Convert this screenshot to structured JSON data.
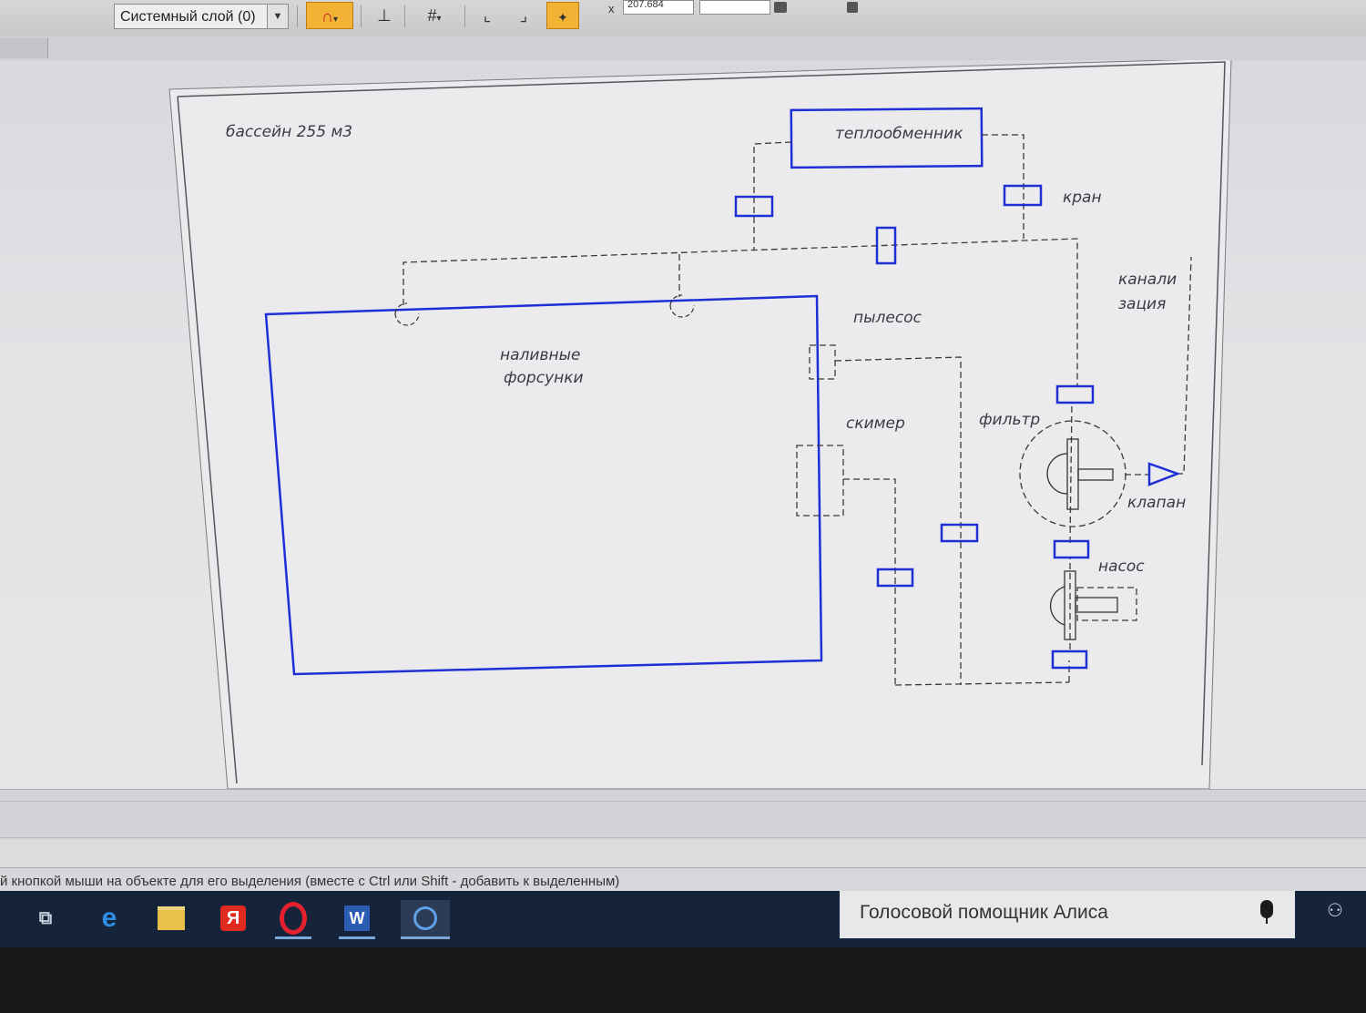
{
  "toolbar": {
    "layer_select_value": "Системный слой (0)",
    "coord_field_x_label": "x",
    "coord_field_x_value": "207.684",
    "coord_field_y_value": ""
  },
  "drawing": {
    "sheet_title": "бассейн 255 м3",
    "labels": {
      "heat_exchanger": "теплообменник",
      "valve_kran": "кран",
      "sewer_line1": "канали",
      "sewer_line2": "зация",
      "vacuum_cleaner": "пылесос",
      "inlet_nozzles_line1": "наливные",
      "inlet_nozzles_line2": "форсунки",
      "skimmer": "скимер",
      "filter": "фильтр",
      "valve_klapan": "клапан",
      "pump": "насос"
    },
    "colors": {
      "element_stroke": "#1f2fd6",
      "pipe_stroke": "#333333",
      "sheet_background": "#ececee"
    }
  },
  "statusbar": {
    "hint": "й кнопкой мыши на объекте для его выделения (вместе с Ctrl или Shift - добавить к выделенным)"
  },
  "taskbar": {
    "apps": [
      "task-view-icon",
      "edge-icon",
      "file-explorer-icon",
      "yandex-browser-icon",
      "opera-icon",
      "word-icon",
      "kompas-icon"
    ],
    "yandex_letter": "Я",
    "word_letter": "W",
    "search_placeholder": "Голосовой помощник Алиса"
  }
}
